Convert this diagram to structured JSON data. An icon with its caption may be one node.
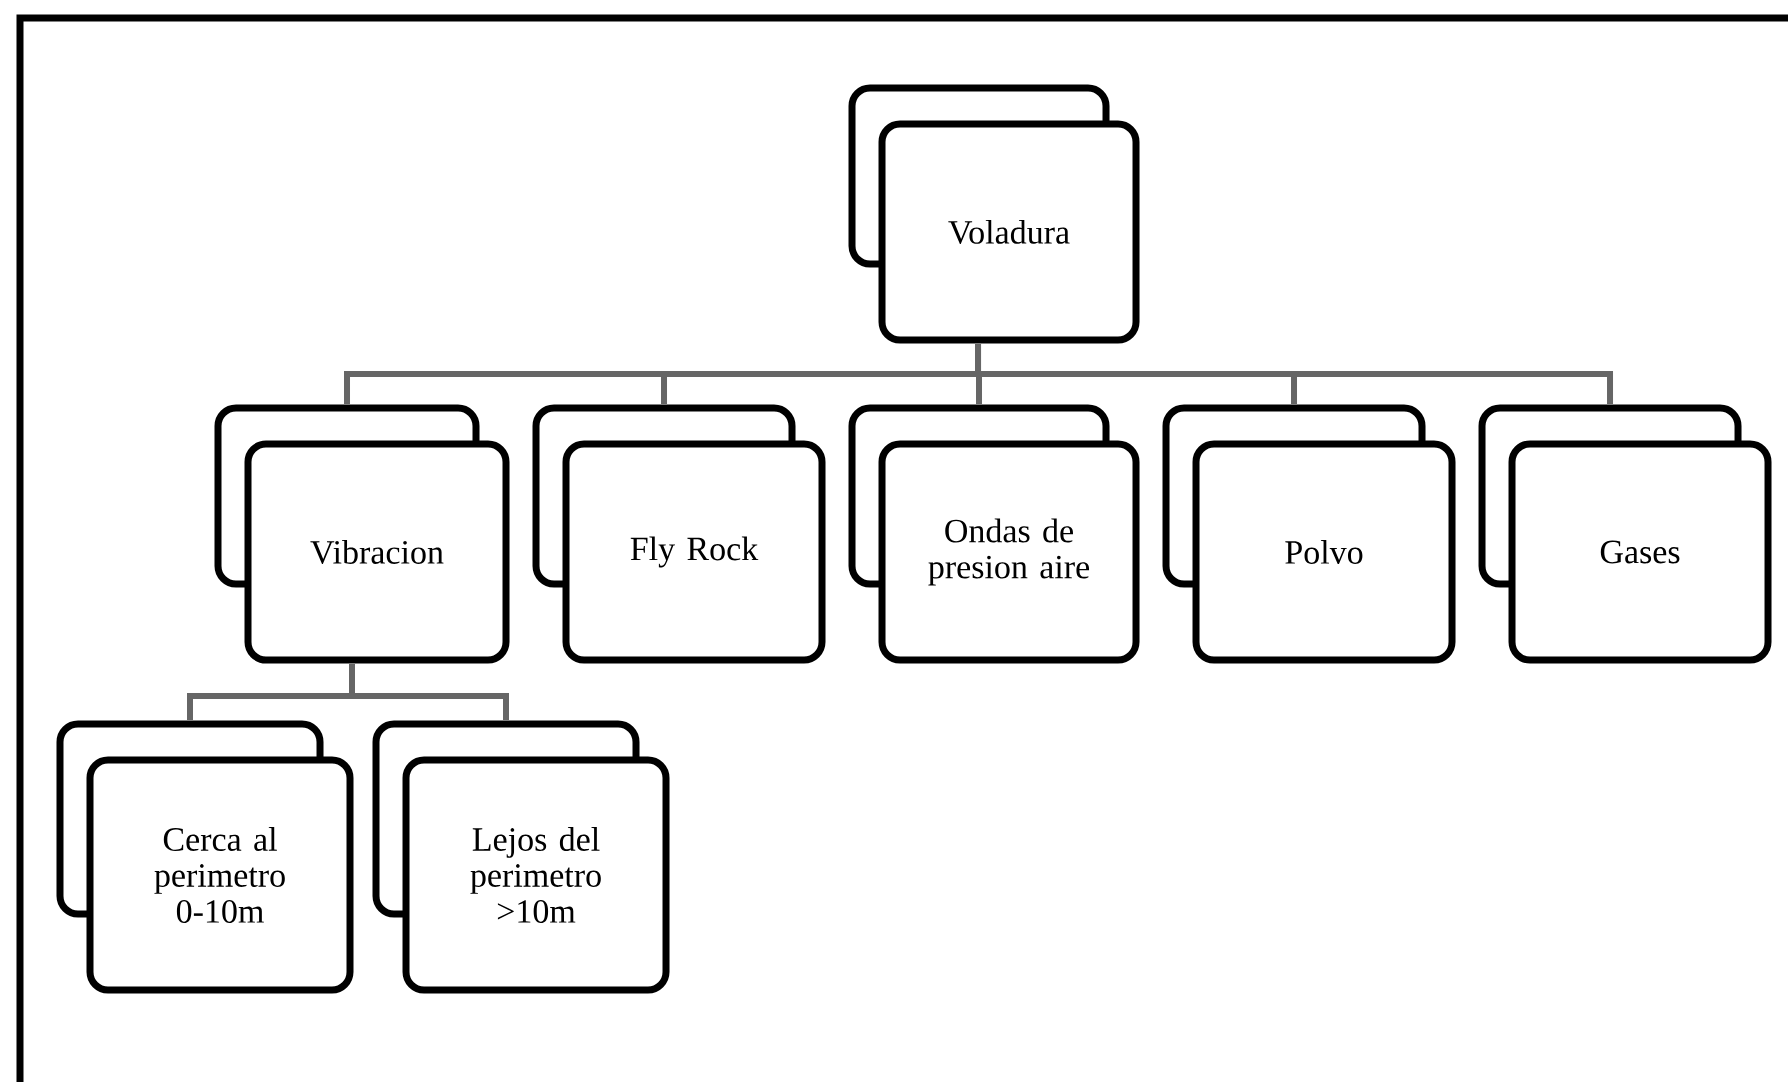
{
  "diagram": {
    "nodes": [
      {
        "text": [
          "Voladura"
        ]
      },
      {
        "text": [
          "Vibracion"
        ]
      },
      {
        "text": [
          "Fly Rock"
        ]
      },
      {
        "text": [
          "Ondas de presion aire"
        ]
      },
      {
        "text": [
          "Polvo"
        ]
      },
      {
        "text": [
          "Gases"
        ]
      },
      {
        "text": [
          "Cerca al perimetro 0-10m"
        ]
      },
      {
        "text": [
          "Lejos del perimetro >10m"
        ]
      }
    ],
    "edges": [
      {
        "from": 0,
        "to": 1,
        "arrow": "none"
      },
      {
        "from": 0,
        "to": 2,
        "arrow": "none"
      },
      {
        "from": 0,
        "to": 3,
        "arrow": "none"
      },
      {
        "from": 0,
        "to": 4,
        "arrow": "none"
      },
      {
        "from": 0,
        "to": 5,
        "arrow": "none"
      },
      {
        "from": 1,
        "to": 6,
        "arrow": "none"
      },
      {
        "from": 1,
        "to": 7,
        "arrow": "none"
      }
    ]
  }
}
